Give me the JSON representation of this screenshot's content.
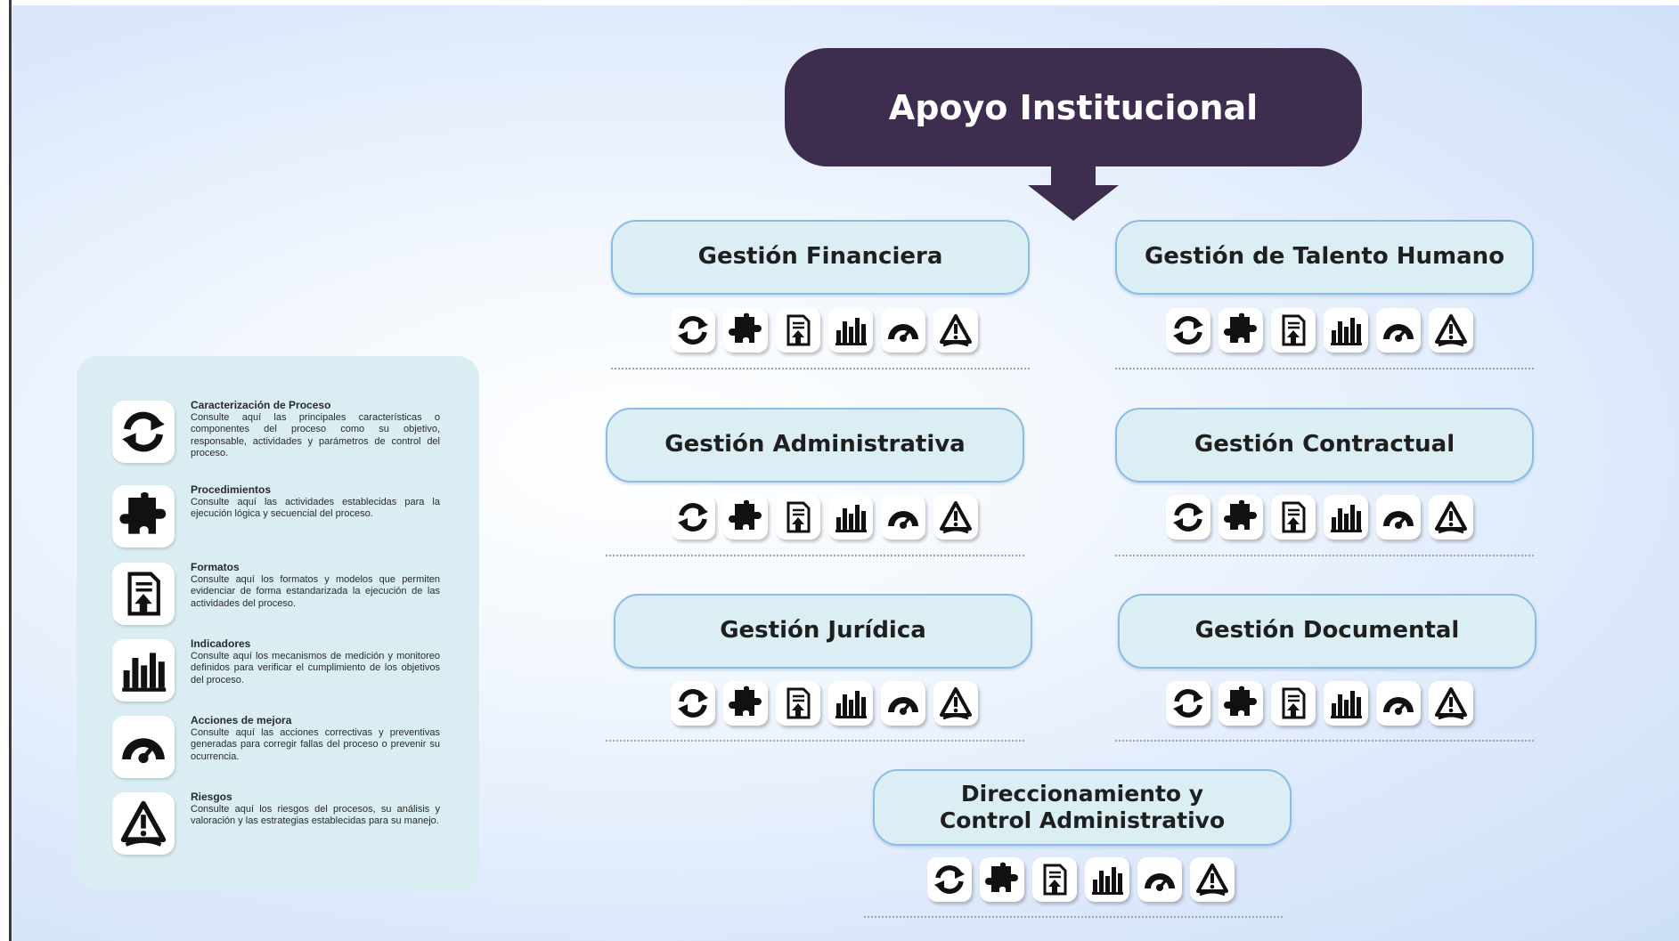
{
  "header": {
    "title": "Apoyo Institucional"
  },
  "processes": [
    {
      "name": "Gestión Financiera"
    },
    {
      "name": "Gestión de Talento Humano"
    },
    {
      "name": "Gestión Administrativa"
    },
    {
      "name": "Gestión Contractual"
    },
    {
      "name": "Gestión Jurídica"
    },
    {
      "name": "Gestión Documental"
    },
    {
      "name": "Direccionamiento y Control Administrativo"
    }
  ],
  "legend": [
    {
      "icon": "refresh-icon",
      "title": "Caracterización de Proceso",
      "text": "Consulte aquí las principales características o componentes del proceso como su objetivo, responsable, actividades y parámetros de control del proceso."
    },
    {
      "icon": "puzzle-icon",
      "title": "Procedimientos",
      "text": "Consulte aquí las actividades establecidas para la ejecución lógica y secuencial del proceso."
    },
    {
      "icon": "document-upload-icon",
      "title": "Formatos",
      "text": "Consulte aquí los formatos y modelos que permiten evidenciar de forma estandarizada la ejecución de las actividades del proceso."
    },
    {
      "icon": "bar-chart-icon",
      "title": "Indicadores",
      "text": "Consulte aquí los mecanismos de medición y monitoreo definidos para verificar el cumplimiento de los objetivos del proceso."
    },
    {
      "icon": "gauge-icon",
      "title": "Acciones de mejora",
      "text": "Consulte aquí las acciones correctivas y preventivas generadas para corregir fallas del proceso o prevenir su ocurrencia."
    },
    {
      "icon": "warning-icon",
      "title": "Riesgos",
      "text": "Consulte aquí los riesgos del procesos, su análisis y valoración y las estrategias establecidas para su manejo."
    }
  ],
  "colors": {
    "header_bg": "#3d2d4f",
    "process_bg": "#dbeef4",
    "process_border": "#8ebbe2",
    "legend_bg": "#d9edf2"
  }
}
